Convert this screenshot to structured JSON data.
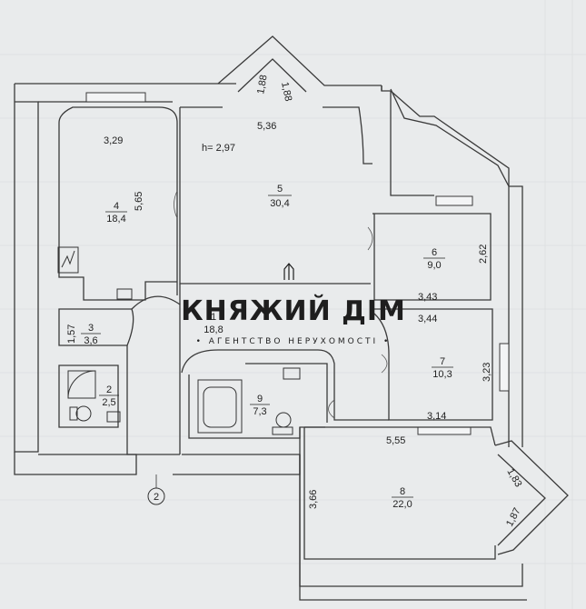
{
  "plan": {
    "ceiling": "h= 2,97",
    "axis_marker": "2",
    "dimensions": {
      "d188a": "1,88",
      "d188b": "1,88",
      "d536": "5,36",
      "d329": "3,29",
      "d565": "5,65",
      "d262": "2,62",
      "d343": "3,43",
      "d344": "3,44",
      "d157": "1,57",
      "d323": "3,23",
      "d314": "3,14",
      "d555": "5,55",
      "d366": "3,66",
      "d183": "1,83",
      "d187": "1,87"
    },
    "rooms": [
      {
        "num": "4",
        "area": "18,4"
      },
      {
        "num": "5",
        "area": "30,4"
      },
      {
        "num": "6",
        "area": "9,0"
      },
      {
        "num": "3",
        "area": "3,6"
      },
      {
        "num": "1",
        "area": "18,8"
      },
      {
        "num": "2",
        "area": "2,5"
      },
      {
        "num": "9",
        "area": "7,3"
      },
      {
        "num": "7",
        "area": "10,3"
      },
      {
        "num": "8",
        "area": "22,0"
      }
    ]
  },
  "watermark": {
    "title": "КНЯЖИЙ ДІМ",
    "subtitle": "• АГЕНТСТВО НЕРУХОМОСТІ •"
  }
}
